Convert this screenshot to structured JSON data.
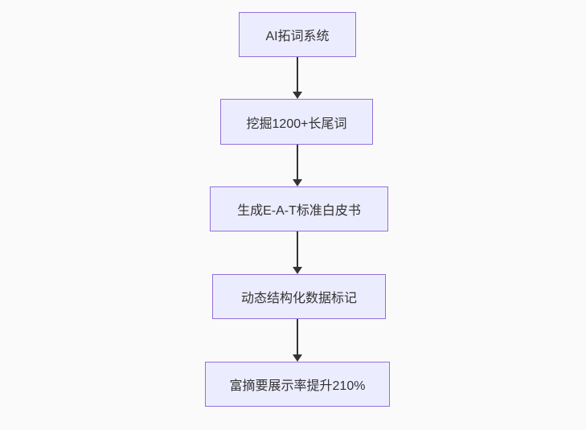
{
  "diagram": {
    "type": "flowchart-vertical",
    "background_color": "#fafafa",
    "node_fill_color": "#ececff",
    "node_border_color": "#9370db",
    "text_color": "#333333",
    "arrow_color": "#333333",
    "nodes": [
      {
        "id": "step-1",
        "label": "AI拓词系统"
      },
      {
        "id": "step-2",
        "label": "挖掘1200+长尾词"
      },
      {
        "id": "step-3",
        "label": "生成E-A-T标准白皮书"
      },
      {
        "id": "step-4",
        "label": "动态结构化数据标记"
      },
      {
        "id": "step-5",
        "label": "富摘要展示率提升210%"
      }
    ],
    "edges": [
      {
        "from": "step-1",
        "to": "step-2"
      },
      {
        "from": "step-2",
        "to": "step-3"
      },
      {
        "from": "step-3",
        "to": "step-4"
      },
      {
        "from": "step-4",
        "to": "step-5"
      }
    ]
  }
}
